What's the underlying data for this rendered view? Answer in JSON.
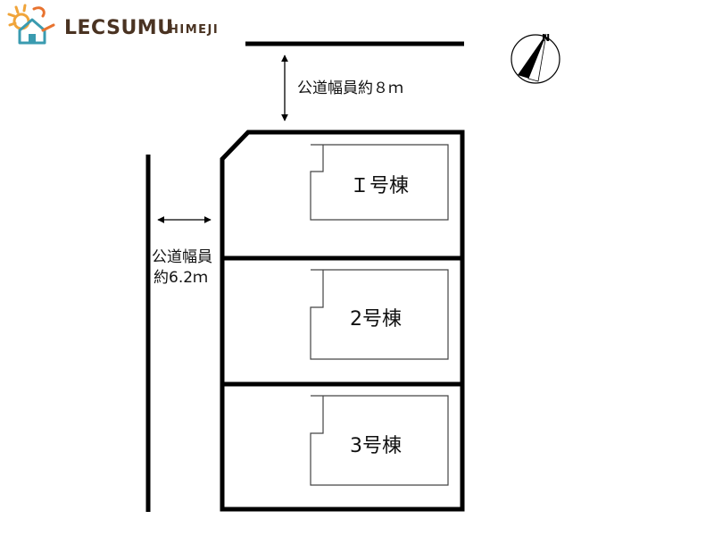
{
  "brand": {
    "name": "LECSUMU",
    "region": "HIMEJI",
    "logo_colors": {
      "sun": "#f0a43a",
      "house": "#3a9bb0",
      "roof": "#e8732f",
      "text": "#4a3322"
    }
  },
  "compass": {
    "north_label": "N",
    "icon": "north-arrow-icon"
  },
  "roads": {
    "north": {
      "label": "公道幅員約８ｍ"
    },
    "west": {
      "label_line1": "公道幅員",
      "label_line2": "約6.2ｍ"
    }
  },
  "lots": [
    {
      "label": "Ｉ号棟"
    },
    {
      "label": "2号棟"
    },
    {
      "label": "3号棟"
    }
  ],
  "colors": {
    "line": "#000000",
    "building_outline": "#444444",
    "background": "#ffffff"
  }
}
